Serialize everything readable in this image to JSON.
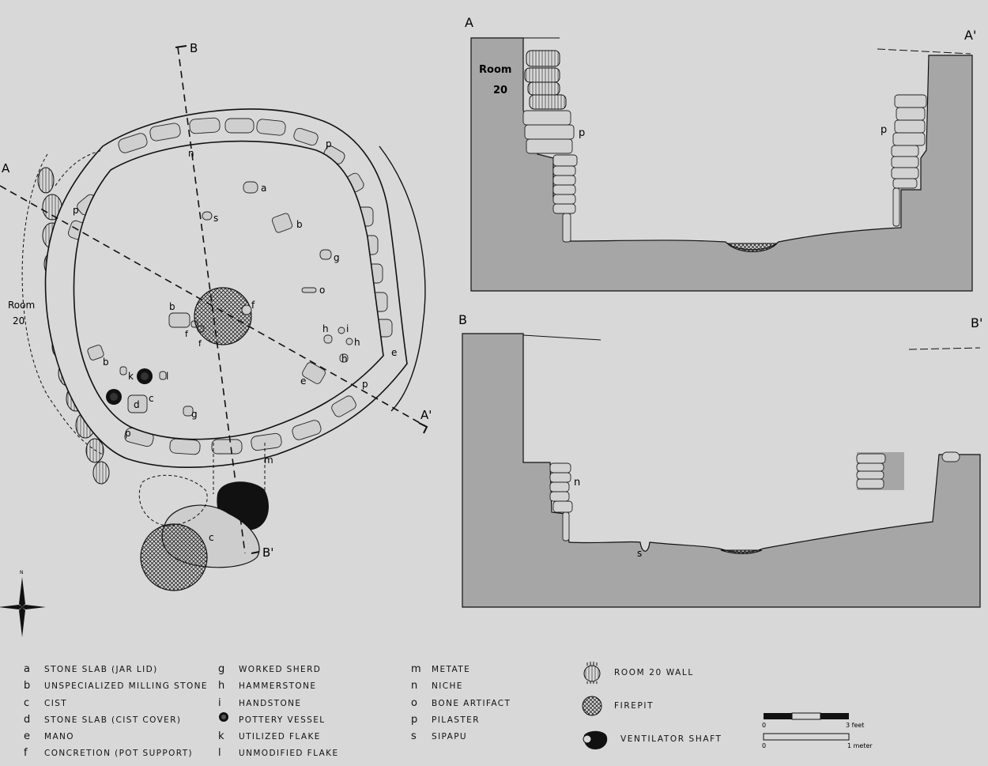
{
  "plan": {
    "section_a": "A",
    "section_a_prime": "A'",
    "section_b": "B",
    "section_b_prime": "B'",
    "room_label": "Room",
    "room_number": "20",
    "feature_letters": {
      "a": "a",
      "b": "b",
      "c": "c",
      "d": "d",
      "e": "e",
      "f": "f",
      "g": "g",
      "h": "h",
      "i": "i",
      "k": "k",
      "l": "l",
      "m": "m",
      "n": "n",
      "o": "o",
      "p": "p",
      "s": "s"
    },
    "north_label": "N"
  },
  "profile_a": {
    "left_label": "A",
    "right_label": "A'",
    "room_label": "Room",
    "room_number": "20",
    "pilaster_left": "p",
    "pilaster_right": "p"
  },
  "profile_b": {
    "left_label": "B",
    "right_label": "B'",
    "niche_label": "n",
    "sipapu_label": "s"
  },
  "legend_col1": [
    {
      "key": "a",
      "text": "Stone slab (jar lid)"
    },
    {
      "key": "b",
      "text": "Unspecialized milling stone"
    },
    {
      "key": "c",
      "text": "Cist"
    },
    {
      "key": "d",
      "text": "Stone slab (cist cover)"
    },
    {
      "key": "e",
      "text": "Mano"
    },
    {
      "key": "f",
      "text": "Concretion (pot support)"
    }
  ],
  "legend_col2": [
    {
      "key": "g",
      "text": "Worked sherd"
    },
    {
      "key": "h",
      "text": "Hammerstone"
    },
    {
      "key": "i",
      "text": "Handstone"
    },
    {
      "key": "",
      "text": "Pottery vessel"
    },
    {
      "key": "k",
      "text": "Utilized flake"
    },
    {
      "key": "l",
      "text": "Unmodified flake"
    }
  ],
  "legend_col3": [
    {
      "key": "m",
      "text": "Metate"
    },
    {
      "key": "n",
      "text": "Niche"
    },
    {
      "key": "o",
      "text": "Bone artifact"
    },
    {
      "key": "p",
      "text": "Pilaster"
    },
    {
      "key": "s",
      "text": "Sipapu"
    }
  ],
  "legend_symbols": [
    {
      "icon": "room-wall-icon",
      "text": "Room 20 wall"
    },
    {
      "icon": "firepit-icon",
      "text": "Firepit"
    },
    {
      "icon": "ventilator-shaft-icon",
      "text": "Ventilator shaft"
    }
  ],
  "scale": {
    "feet_zero": "0",
    "feet_end": "3 feet",
    "meter_zero": "0",
    "meter_end": "1 meter"
  },
  "colors": {
    "paper": "#d8d8d8",
    "fill": "#a6a6a6",
    "stone": "#cdcdcd",
    "ink": "#111111"
  }
}
